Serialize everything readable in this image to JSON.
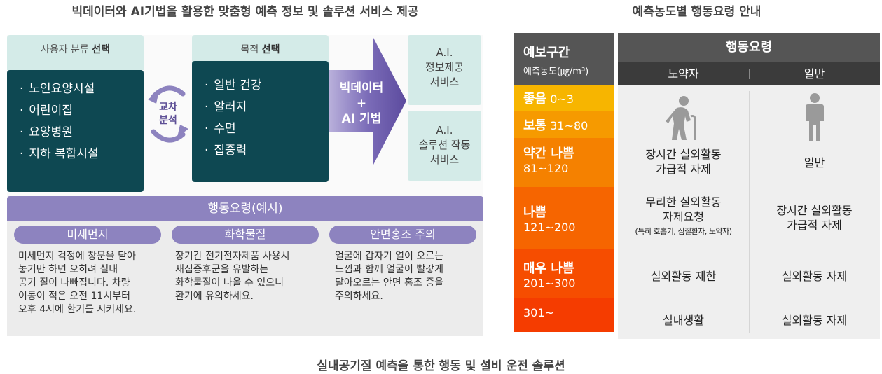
{
  "left_title": "빅데이터와 AI기법을 활용한 맞춤형 예측 정보 및 솔루션 서비스 제공",
  "right_title": "예측농도별 행동요령 안내",
  "bottom_caption": "실내공기질 예측을 통한 행동 및 설비 운전 솔루션",
  "user_box": {
    "head_prefix": "사용자 분류",
    "head_bold": "선택",
    "items": [
      "노인요양시설",
      "어린이집",
      "요양병원",
      "지하 복합시설"
    ]
  },
  "cross_label": [
    "교차",
    "분석"
  ],
  "purpose_box": {
    "head_prefix": "목적",
    "head_bold": "선택",
    "items": [
      "일반 건강",
      "알러지",
      "수면",
      "집중력"
    ]
  },
  "big_arrow": [
    "빅데이터",
    "+",
    "AI 기법"
  ],
  "services": [
    [
      "A.I.",
      "정보제공",
      "서비스"
    ],
    [
      "A.I.",
      "솔루션 작동",
      "서비스"
    ]
  ],
  "action_title": "행동요령(예시)",
  "actions": [
    {
      "label": "미세먼지",
      "lines": [
        "미세먼지 걱정에 창문을 닫아",
        "놓기만 하면 오히려 실내",
        "공기 질이 나빠집니다. 차량",
        "이동이 적은 오전 11시부터",
        "오후 4시에 환기를 시키세요."
      ]
    },
    {
      "label": "화학물질",
      "lines": [
        "장기간 전기전자제품 사용시",
        "새집증후군을 유발하는",
        "화학물질이 나올 수 있으니",
        "환기에 유의하세요."
      ]
    },
    {
      "label": "안면홍조 주의",
      "lines": [
        "얼굴에 갑자기 열이 오르는",
        "느낌과 함께 얼굴이 빨갛게",
        "달아오르는 안면 홍조 증을",
        "주의하세요."
      ]
    }
  ],
  "table": {
    "level_head": "예보구간",
    "level_sub": "예측농도(㎍/m³)",
    "action_head": "행동요령",
    "col_elderly": "노약자",
    "col_general": "일반",
    "levels": [
      {
        "name": "좋음",
        "range": "0~3",
        "color": "#f7b500"
      },
      {
        "name": "보통",
        "range": "31~80",
        "color": "#f69a00"
      },
      {
        "name": "약간 나쁨",
        "range": "81~120",
        "color": "#f58100"
      },
      {
        "name": "나쁨",
        "range": "121~200",
        "color": "#f66500"
      },
      {
        "name": "매우 나쁨",
        "range": "201~300",
        "color": "#f64d00"
      },
      {
        "name": "",
        "range": "301~",
        "color": "#f53c00"
      }
    ],
    "rows": [
      {
        "elderly": [
          "장시간 실외활동",
          "가급적 자제"
        ],
        "general": [
          "일반"
        ]
      },
      {
        "elderly": [
          "무리한 실외활동",
          "자제요청"
        ],
        "elderly_note": "(특히 호흡기, 심질환자, 노약자)",
        "general": [
          "장시간 실외활동",
          "가급적 자제"
        ]
      },
      {
        "elderly": [
          "실외활동 제한"
        ],
        "general": [
          "실외활동 자제"
        ]
      },
      {
        "elderly": [
          "실내생활"
        ],
        "general": [
          "실외활동 자제"
        ]
      }
    ]
  },
  "colors": {
    "teal_light": "#d4ebe8",
    "teal_dark": "#0e4852",
    "purple": "#8d83bf",
    "table_dark": "#555555"
  }
}
